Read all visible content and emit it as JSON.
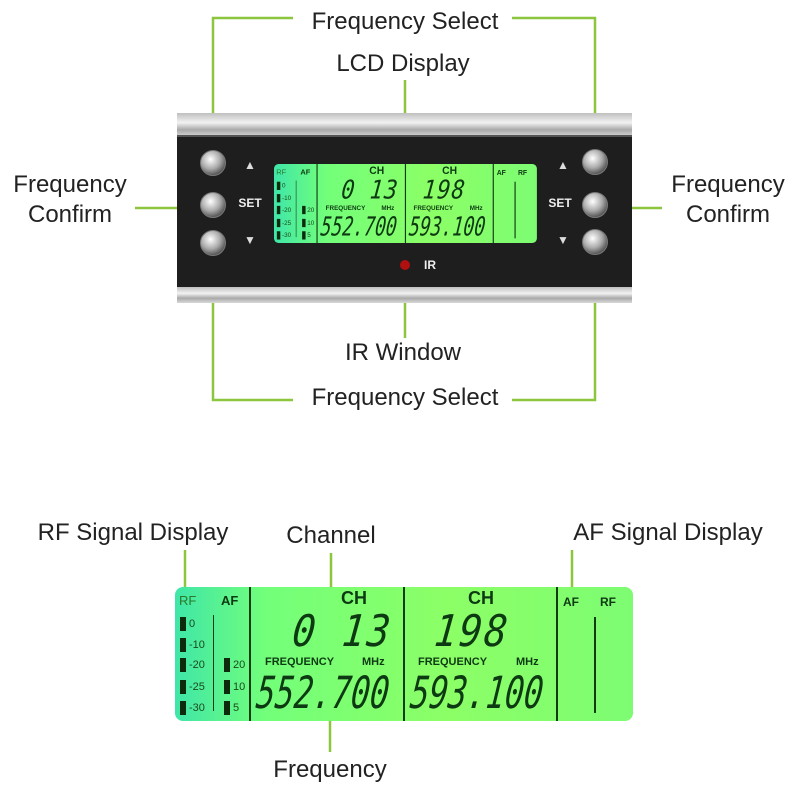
{
  "callouts": {
    "frequency_select_top": "Frequency Select",
    "lcd_display": "LCD Display",
    "frequency_confirm_left": [
      "Frequency",
      "Confirm"
    ],
    "frequency_confirm_right": [
      "Frequency",
      "Confirm"
    ],
    "ir_window": "IR Window",
    "frequency_select_bottom": "Frequency Select",
    "rf_signal_display": "RF Signal Display",
    "channel": "Channel",
    "af_signal_display": "AF Signal Display",
    "frequency": "Frequency"
  },
  "colors": {
    "callout_line": "#8cc63f",
    "lcd_backlight": "#7dfc73",
    "lcd_text": "#0d3a12",
    "panel": "#1e1e1e",
    "ir_led": "#b01010"
  },
  "panel": {
    "set_label": "SET",
    "ir_label": "IR",
    "up_icon": "triangle-up",
    "down_icon": "triangle-down"
  },
  "lcd": {
    "rf_label": "RF",
    "af_label": "AF",
    "rf_scale": [
      "0",
      "-10",
      "-20",
      "-25",
      "-30"
    ],
    "af_scale": [
      "20",
      "10",
      "5"
    ],
    "ch_label": "CH",
    "frequency_label": "FREQUENCY",
    "unit_label": "MHz",
    "channels": [
      {
        "channel": "0 13",
        "frequency": "552.700"
      },
      {
        "channel": "198",
        "frequency": "593.100"
      }
    ]
  }
}
